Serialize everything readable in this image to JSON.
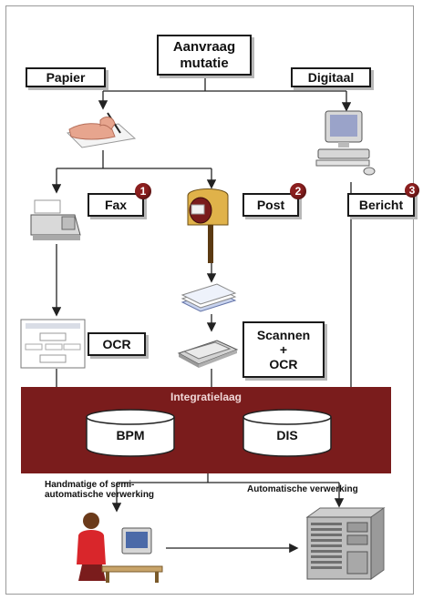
{
  "boxes": {
    "aanvraag": "Aanvraag\nmutatie",
    "papier": "Papier",
    "digitaal": "Digitaal",
    "fax": "Fax",
    "post": "Post",
    "bericht": "Bericht",
    "ocr": "OCR",
    "scannen": "Scannen\n+\nOCR"
  },
  "badges": {
    "fax": "1",
    "post": "2",
    "bericht": "3"
  },
  "band": {
    "title": "Integratielaag",
    "bpm": "BPM",
    "dis": "DIS"
  },
  "captions": {
    "manual": "Handmatige of semi-\nautomatische verwerking",
    "auto": "Automatische verwerking"
  },
  "colors": {
    "band": "#7a1c1c",
    "badge": "#8c1f1f",
    "box_border": "#1a1a1a"
  }
}
